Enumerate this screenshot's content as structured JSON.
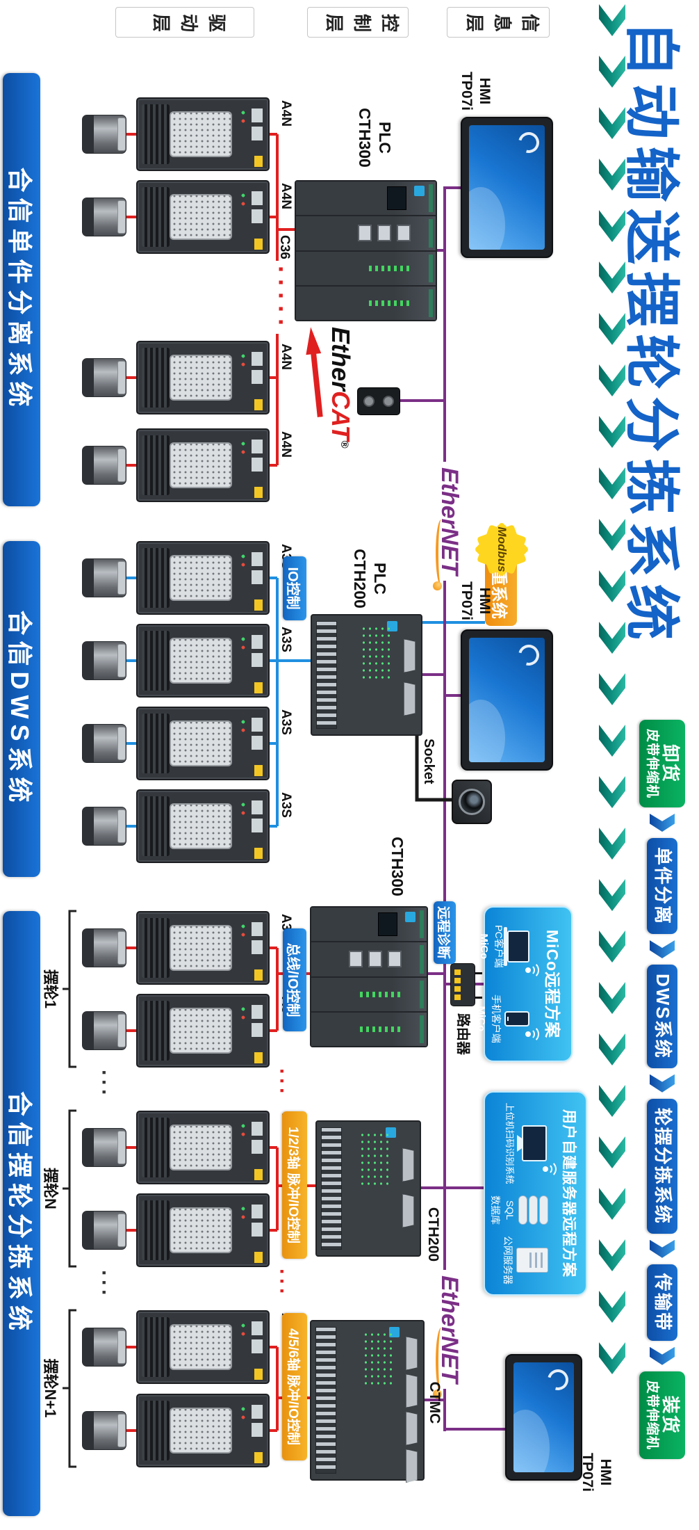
{
  "title": "自动输送摆轮分拣系统",
  "layers": {
    "info": "信息层",
    "control": "控制层",
    "drive": "驱动层"
  },
  "flow": {
    "steps": [
      {
        "line1": "卸货",
        "line2": "皮带伸缩机"
      },
      {
        "line1": "单件分离"
      },
      {
        "line1": "DWS系统"
      },
      {
        "line1": "轮摆分拣系统"
      },
      {
        "line1": "传输带"
      },
      {
        "line1": "装货",
        "line2": "皮带伸缩机"
      }
    ]
  },
  "systems": {
    "separation": "合信单件分离系统",
    "dws": "合信DWS系统",
    "sorting": "合信摆轮分拣系统"
  },
  "models": {
    "a4n": "A4N",
    "a3s": "A3S",
    "a3": "A3",
    "plc": "PLC",
    "cth300": "CTH300",
    "cth200": "CTH200",
    "ctmc": "CTMC",
    "c36": "C36",
    "hmi": "HMI",
    "tp07i": "TP07i"
  },
  "buses": {
    "ethercat_prefix": "Ether",
    "ethercat_suffix": "CAT",
    "ethercat_reg": "®",
    "ethernet": "EtherNET",
    "socket": "Socket",
    "modbus": "Modbus"
  },
  "badges": {
    "io": "IO控制",
    "bus_io": "总线/IO控制",
    "axis123": "1/2/3轴 脉冲/IO控制",
    "axis456": "4/5/6轴 脉冲/IO控制",
    "weigh": "称重系统",
    "diag": "远程诊断",
    "router": "路由器"
  },
  "panels": {
    "mico": {
      "title": "MiCo远程方案",
      "pc": "PC客户端",
      "pc_brand": "MiCo",
      "phone": "手机客户端",
      "phone_brand": "MiCo"
    },
    "server": {
      "title": "用户自建服务器远程方案",
      "host": "上位机扫码识别系统",
      "sql_line1": "SQL",
      "sql_line2": "数据库",
      "public": "公网服务器"
    }
  },
  "groups": {
    "g1": "摆轮1",
    "g2": "摆轮N",
    "g3": "摆轮N+1"
  },
  "dots": {
    "wide": "·····",
    "narrow": "···"
  },
  "colors": {
    "title_blue": "#1463c8",
    "flow_blue": "#0d4ea6",
    "flow_green": "#00a651",
    "teal": "#0a9488",
    "red": "#e02020",
    "io_blue": "#1f8fe0",
    "purple": "#7b2f86",
    "orange": "#efa01d",
    "panel_blue": "#17a7e8"
  }
}
